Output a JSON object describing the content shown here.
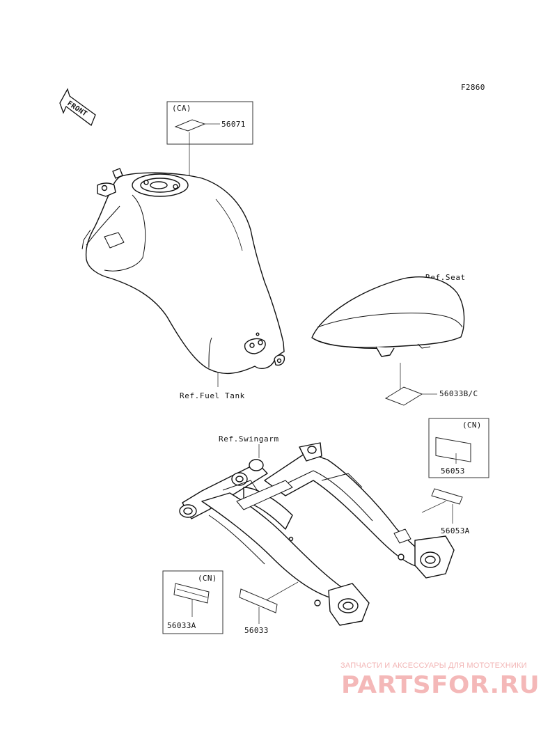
{
  "figure_code": "F2860",
  "front_arrow_label": "FRONT",
  "references": {
    "fuel_tank": "Ref.Fuel Tank",
    "seat": "Ref.Seat",
    "swingarm": "Ref.Swingarm"
  },
  "callouts": {
    "ca_region": "(CA)",
    "ca_part": "56071",
    "seat_label_part": "56033B/C",
    "cn_region_upper": "(CN)",
    "cn_part_upper": "56053",
    "swingarm_label_a": "56053A",
    "cn_region_lower": "(CN)",
    "cn_part_lower": "56033A",
    "swingarm_label": "56033"
  },
  "watermark": {
    "tagline": "ЗАПЧАСТИ И АКСЕССУАРЫ ДЛЯ МОТОТЕХНИКИ",
    "brand": "PARTSFOR.RU",
    "color": "#f4b8b8"
  }
}
